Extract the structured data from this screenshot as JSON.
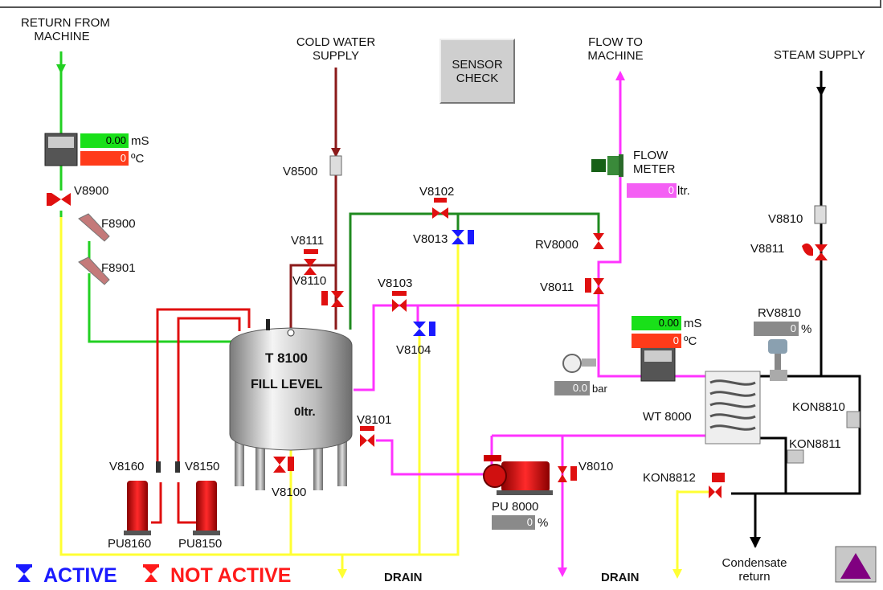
{
  "labels": {
    "return_from_machine": [
      "RETURN FROM",
      "MACHINE"
    ],
    "cold_water_supply": [
      "COLD WATER",
      "SUPPLY"
    ],
    "flow_to_machine": [
      "FLOW TO",
      "MACHINE"
    ],
    "steam_supply": "STEAM SUPPLY",
    "flow_meter": [
      "FLOW",
      "METER"
    ],
    "condensate_return": [
      "Condensate",
      "return"
    ],
    "drain1": "DRAIN",
    "drain2": "DRAIN",
    "wt": "WT 8000"
  },
  "sensor_check": [
    "SENSOR",
    "CHECK"
  ],
  "tank": {
    "name": "T 8100",
    "fill_label": "FILL LEVEL",
    "fill_value": "0ltr."
  },
  "sensor1": {
    "conductivity": "0.00",
    "cond_unit": "mS",
    "temp": "0",
    "temp_unit": "ºC"
  },
  "sensor2": {
    "conductivity": "0.00",
    "cond_unit": "mS",
    "temp": "0",
    "temp_unit": "ºC"
  },
  "flow_meter_value": "0",
  "flow_meter_unit": "ltr.",
  "pressure": {
    "value": "0.0",
    "unit": "bar"
  },
  "rv8810": {
    "label": "RV8810",
    "value": "0",
    "unit": "%"
  },
  "pu8000": {
    "label": "PU 8000",
    "value": "0",
    "unit": "%"
  },
  "pumps": {
    "pu8160": "PU8160",
    "pu8150": "PU8150"
  },
  "filters": {
    "f8900": "F8900",
    "f8901": "F8901"
  },
  "valves": {
    "v8900": "V8900",
    "v8500": "V8500",
    "v8111": "V8111",
    "v8110": "V8110",
    "v8102": "V8102",
    "v8013": "V8013",
    "v8103": "V8103",
    "v8104": "V8104",
    "v8101": "V8101",
    "v8100": "V8100",
    "v8160": "V8160",
    "v8150": "V8150",
    "rv8000": "RV8000",
    "v8011": "V8011",
    "v8010": "V8010",
    "v8810": "V8810",
    "v8811": "V8811",
    "kon8810": "KON8810",
    "kon8811": "KON8811",
    "kon8812": "KON8812"
  },
  "legend": {
    "active": "ACTIVE",
    "not_active": "NOT ACTIVE"
  },
  "colors": {
    "green_pipe": "#22d022",
    "dark_green_pipe": "#1f8a1f",
    "red_pipe": "#e01010",
    "brown_pipe": "#8b1a1a",
    "magenta_pipe": "#ff33ff",
    "yellow_pipe": "#ffff33",
    "black_pipe": "#000000",
    "active_blue": "#1a1aff",
    "inactive_red": "#ff1a1a"
  }
}
